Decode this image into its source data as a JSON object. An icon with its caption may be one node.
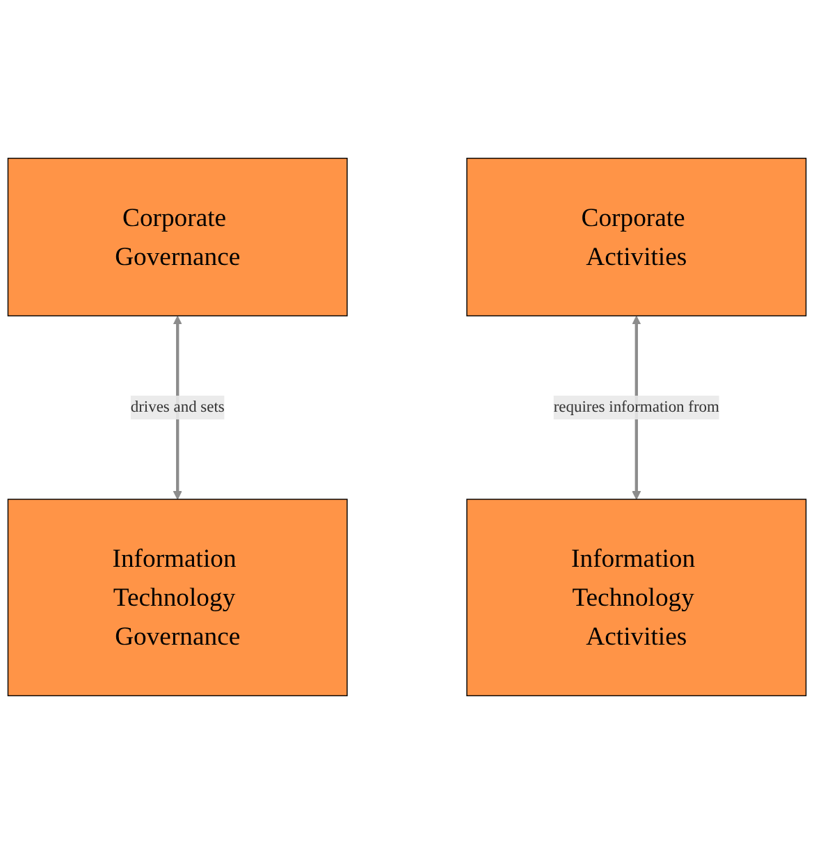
{
  "diagram": {
    "nodes": [
      {
        "text": [
          "Corporate Governance"
        ]
      },
      {
        "text": [
          "Corporate Activities"
        ]
      },
      {
        "text": [
          "Information Technology Governance"
        ]
      },
      {
        "text": [
          "Information Technology Activities"
        ]
      }
    ],
    "edges": [
      {
        "from": 0,
        "to": 2,
        "arrow": "both",
        "label": "drives and sets"
      },
      {
        "from": 1,
        "to": 3,
        "arrow": "both",
        "label": "requires information from"
      }
    ]
  }
}
